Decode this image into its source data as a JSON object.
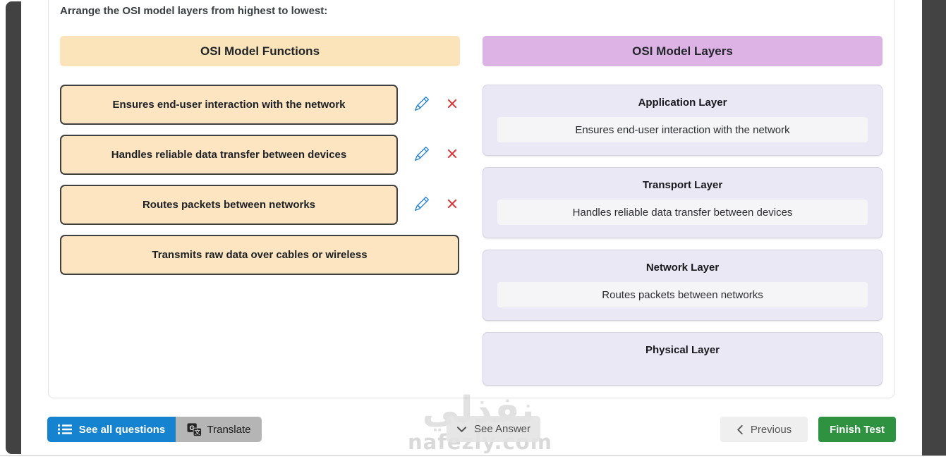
{
  "page": {
    "instruction": "Arrange the OSI model layers from highest to lowest:"
  },
  "functions": {
    "header": "OSI Model Functions",
    "items": [
      {
        "label": "Ensures end-user interaction with the network",
        "has_actions": true
      },
      {
        "label": "Handles reliable data transfer between devices",
        "has_actions": true
      },
      {
        "label": "Routes packets between networks",
        "has_actions": true
      },
      {
        "label": "Transmits raw data over cables or wireless",
        "has_actions": false
      }
    ]
  },
  "layers": {
    "header": "OSI Model Layers",
    "items": [
      {
        "title": "Application Layer",
        "answer": "Ensures end-user interaction with the network"
      },
      {
        "title": "Transport Layer",
        "answer": "Handles reliable data transfer between devices"
      },
      {
        "title": "Network Layer",
        "answer": "Routes packets between networks"
      },
      {
        "title": "Physical Layer",
        "answer": ""
      }
    ]
  },
  "footer": {
    "see_all_questions": "See all questions",
    "translate": "Translate",
    "see_answer": "See Answer",
    "previous": "Previous",
    "finish_test": "Finish Test"
  },
  "watermark": {
    "arabic": "نفذلي",
    "domain": "nafezly.com"
  },
  "colors": {
    "functions_header_bg": "#fbe3ba",
    "function_card_bg": "#fce5c0",
    "function_card_border": "#3f3f3f",
    "layers_header_bg": "#dcb3e4",
    "layer_card_bg": "#ebe8f5",
    "layer_slot_bg": "#f5f4f7",
    "primary_blue": "#1583cf",
    "translate_gray": "#b5b5b5",
    "finish_green": "#2e9241",
    "edit_blue": "#1e7fd0",
    "remove_red": "#e03131"
  }
}
